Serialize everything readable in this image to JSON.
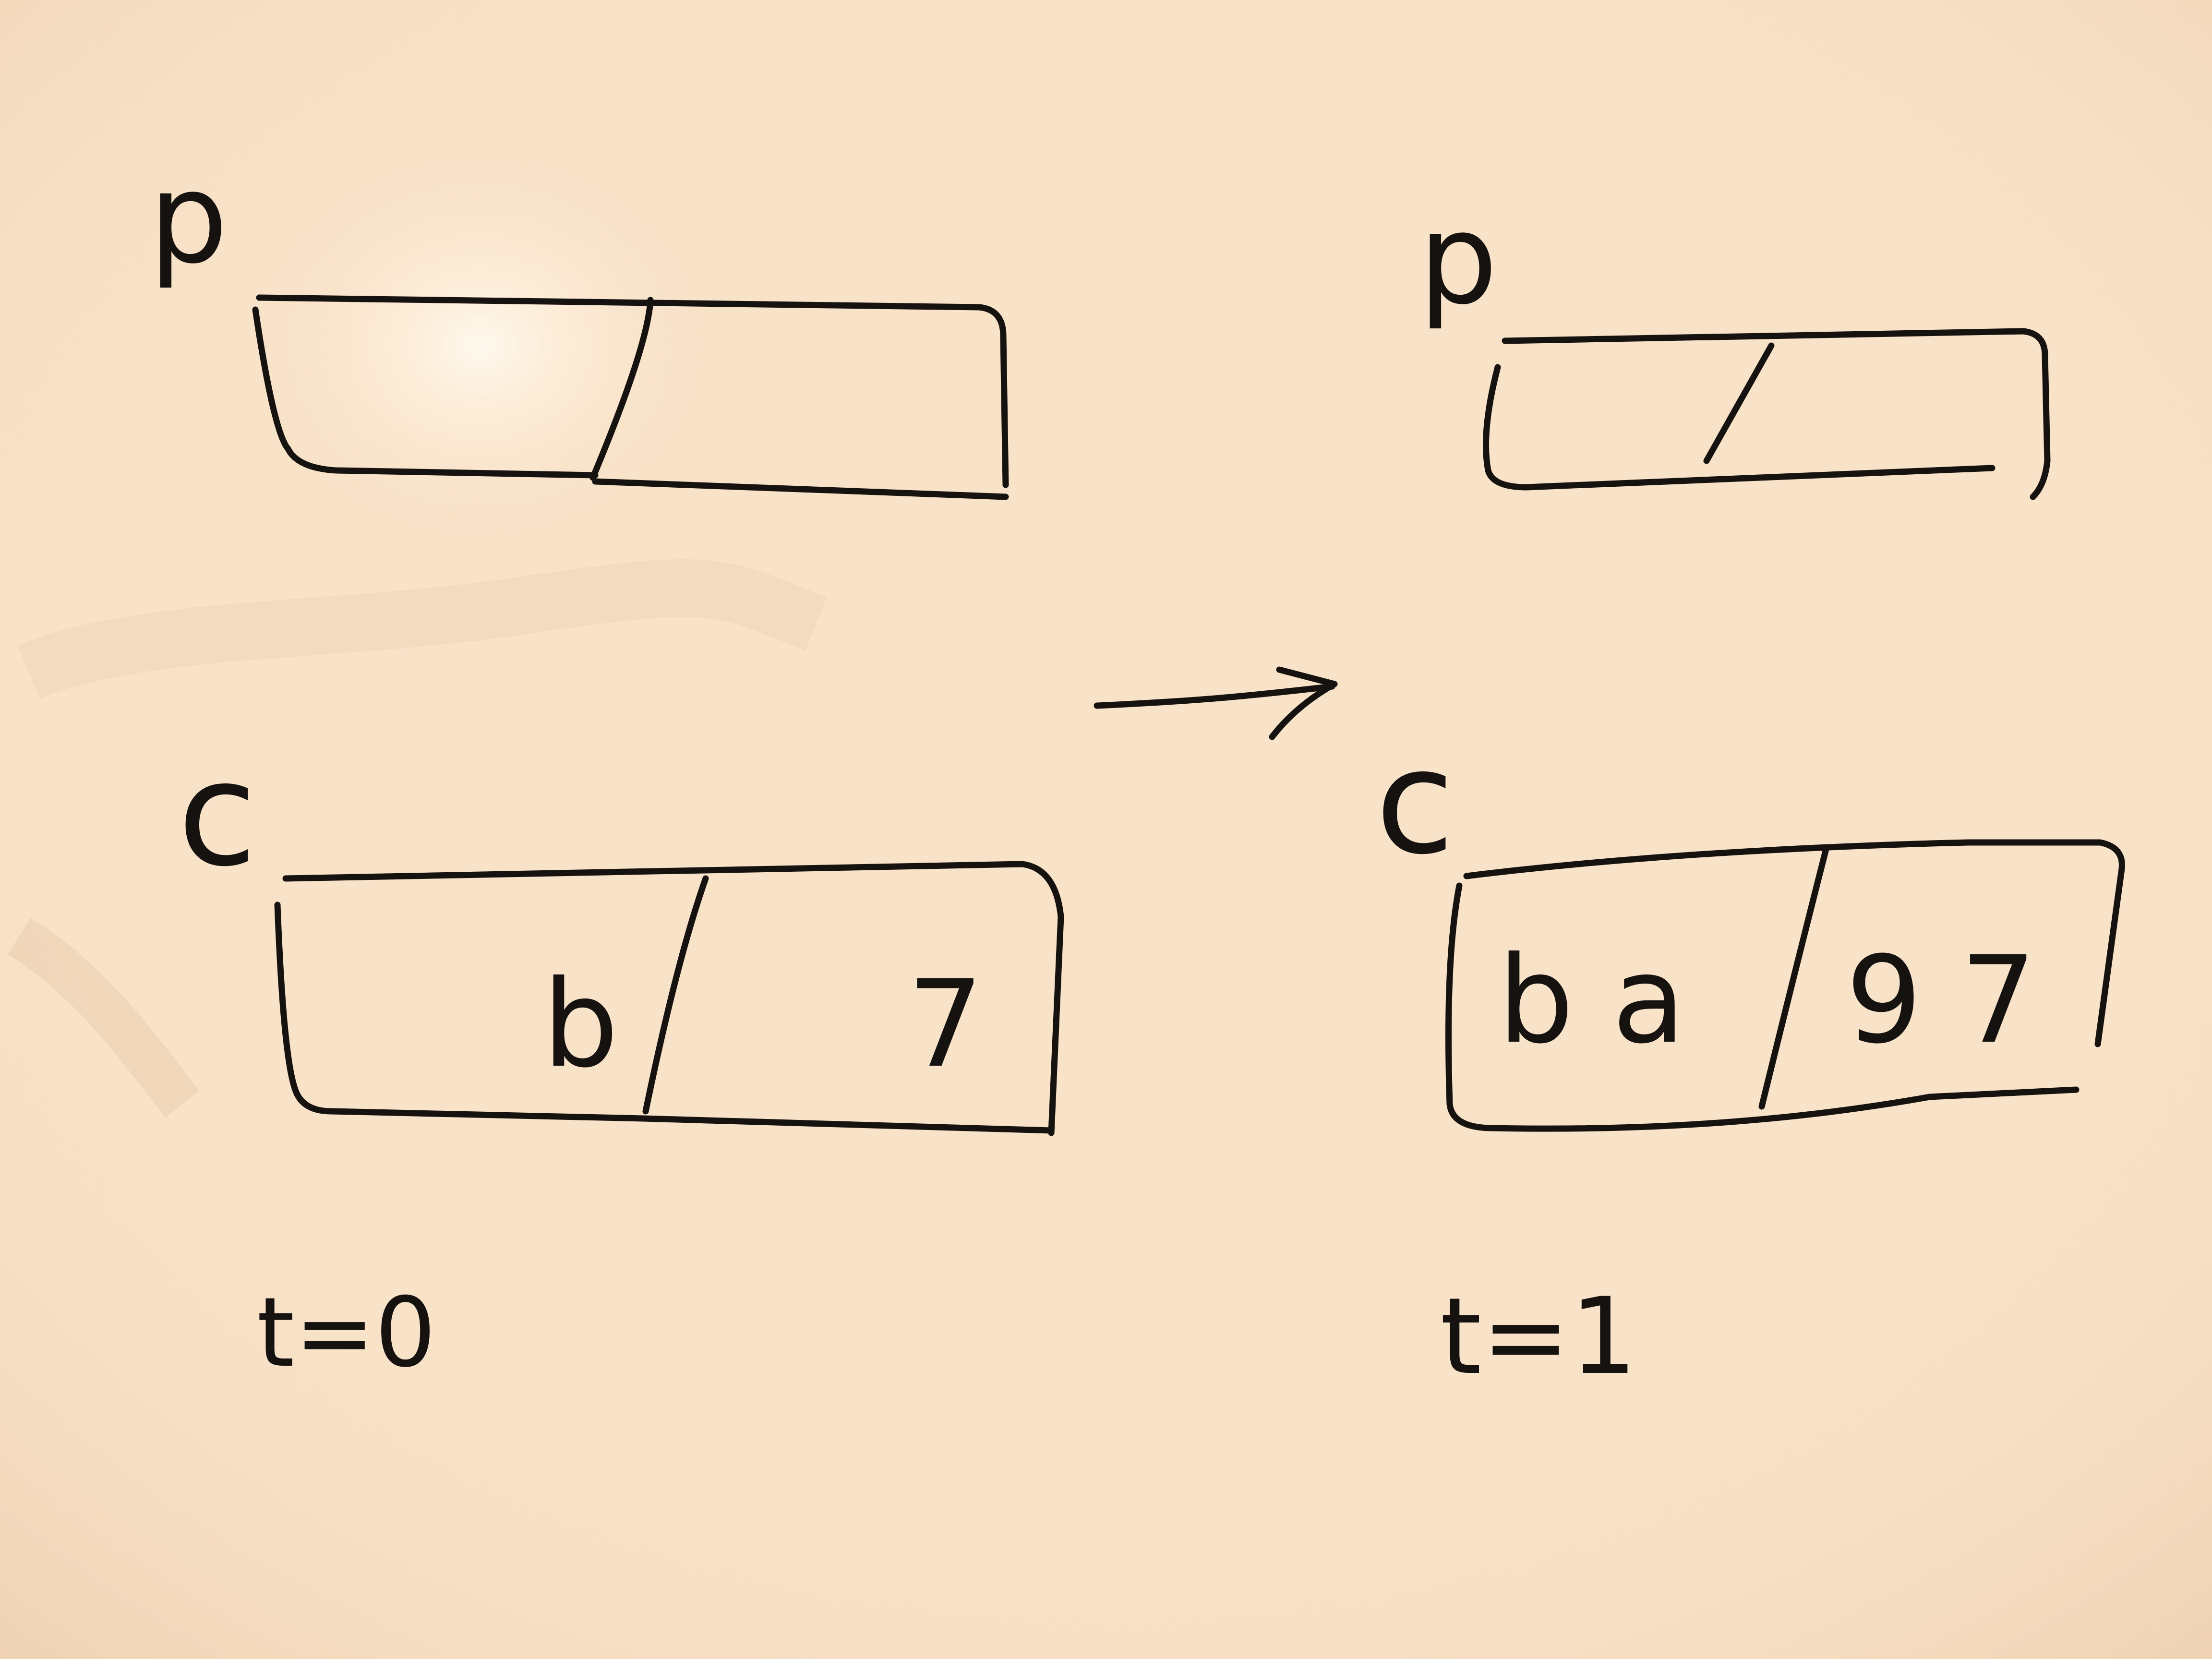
{
  "before": {
    "p": {
      "label": "p",
      "cells": [
        "",
        ""
      ]
    },
    "c": {
      "label": "c",
      "cells": [
        "b",
        "7"
      ]
    },
    "time": "t=0"
  },
  "after": {
    "p": {
      "label": "p",
      "cells": [
        "",
        ""
      ]
    },
    "c": {
      "label": "c",
      "cells": [
        "b a",
        "9 7"
      ]
    },
    "time": "t=1"
  },
  "arrow": "→",
  "colors": {
    "background": "#f8e2c8",
    "ink": "#161210"
  }
}
